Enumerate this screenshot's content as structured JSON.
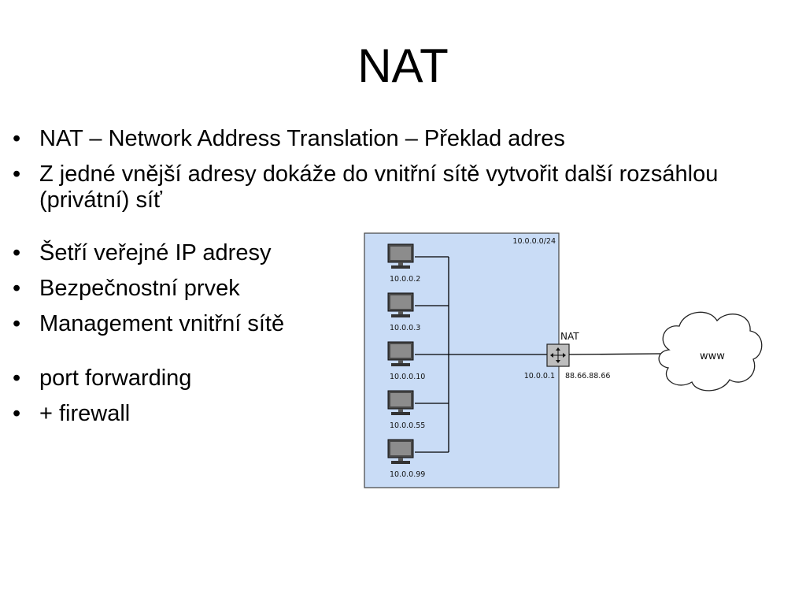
{
  "slide": {
    "title": "NAT",
    "bullets": [
      "NAT – Network Address Translation – Překlad adres",
      "Z jedné vnější adresy dokáže do vnitřní sítě vytvořit další rozsáhlou (privátní) síť",
      "Šetří veřejné IP adresy",
      "Bezpečnostní prvek",
      "Management vnitřní sítě",
      "port forwarding",
      "+ firewall"
    ]
  },
  "diagram": {
    "network_label": "10.0.0.0/24",
    "hosts": [
      "10.0.0.2",
      "10.0.0.3",
      "10.0.0.10",
      "10.0.0.55",
      "10.0.0.99"
    ],
    "nat_label": "NAT",
    "nat_inner_ip": "10.0.0.1",
    "nat_outer_ip": "88.66.88.66",
    "internet_label": "www",
    "colors": {
      "lan_fill": "#c9dcf6",
      "line": "#000000",
      "nat_fill": "#bdbdbd"
    }
  }
}
